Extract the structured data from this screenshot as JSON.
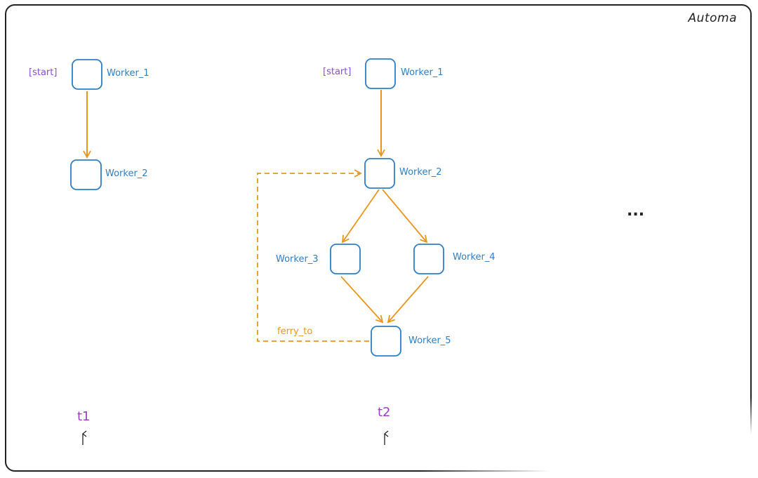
{
  "brand": "Automa",
  "ellipsis": "...",
  "diagram_left": {
    "start_label": "[start]",
    "workers": [
      "Worker_1",
      "Worker_2"
    ]
  },
  "diagram_right": {
    "start_label": "[start]",
    "workers": [
      "Worker_1",
      "Worker_2",
      "Worker_3",
      "Worker_4",
      "Worker_5"
    ],
    "ferry_label": "ferry_to"
  },
  "timeline": {
    "ticks": [
      "t1",
      "t2"
    ]
  },
  "colors": {
    "node_stroke": "#2f7ec4",
    "edge": "#e8971e",
    "start_label": "#8a4fd0",
    "timeline": "#a44fd0"
  }
}
